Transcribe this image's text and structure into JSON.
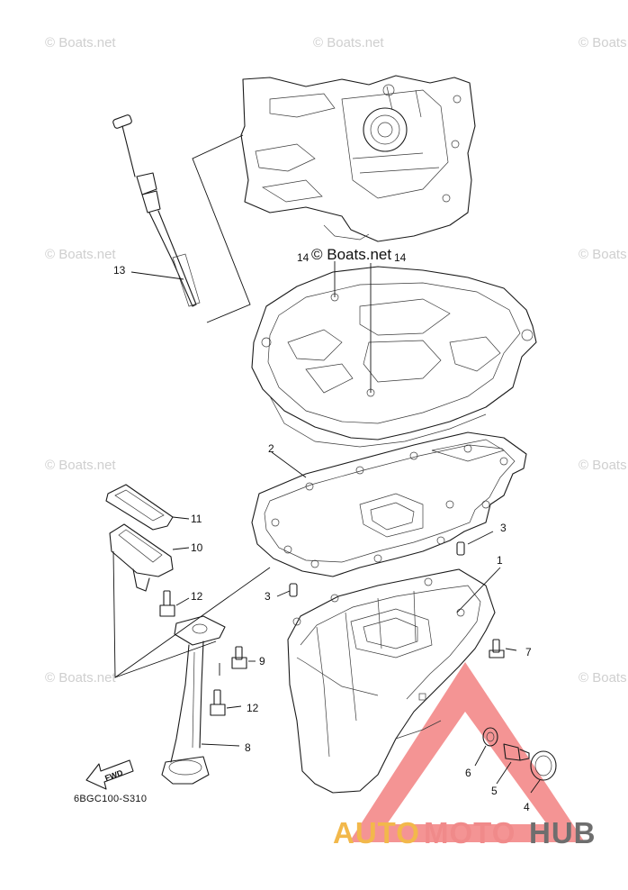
{
  "diagram": {
    "drawing_code": "6BGC100-S310",
    "direction_label": "FWD",
    "callouts": {
      "c1": "1",
      "c2": "2",
      "c3a": "3",
      "c3b": "3",
      "c4": "4",
      "c5": "5",
      "c6": "6",
      "c7": "7",
      "c8": "8",
      "c9": "9",
      "c10": "10",
      "c11": "11",
      "c12a": "12",
      "c12b": "12",
      "c13": "13",
      "c14a": "14",
      "c14b": "14"
    }
  },
  "watermarks": {
    "boats_text": "© Boats.net",
    "brand_left": "AUTO",
    "brand_mid": "MOTO",
    "brand_right": "HUB",
    "brand_colors": {
      "auto": "#f2b84b",
      "moto": "#f08a8a",
      "hub": "#6e6e6e",
      "triangle": "#f07070"
    }
  }
}
